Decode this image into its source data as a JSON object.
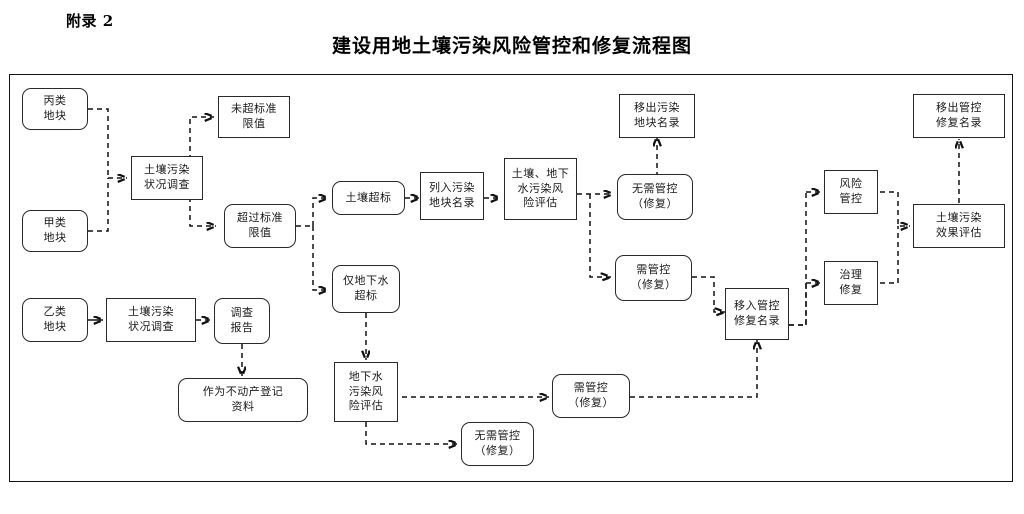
{
  "page": {
    "appendix_label": "附录 2",
    "title": "建设用地土壤污染风险管控和修复流程图"
  },
  "diagram": {
    "type": "flowchart",
    "line_style": "dashed",
    "arrow_color": "#111111",
    "box_border_color": "#2a2a2a",
    "nodes": [
      {
        "id": "bing_lei",
        "label": "丙类\n地块",
        "shape": "rounded"
      },
      {
        "id": "jia_lei",
        "label": "甲类\n地块",
        "shape": "rounded"
      },
      {
        "id": "survey_top",
        "label": "土壤污染\n状况调查",
        "shape": "rect"
      },
      {
        "id": "not_exceed",
        "label": "未超标准\n限值",
        "shape": "rect"
      },
      {
        "id": "exceed",
        "label": "超过标准\n限值",
        "shape": "rounded"
      },
      {
        "id": "soil_exceed",
        "label": "土壤超标",
        "shape": "rounded"
      },
      {
        "id": "listed",
        "label": "列入污染\n地块名录",
        "shape": "rect"
      },
      {
        "id": "risk_assess_sw",
        "label": "土壤、地下\n水污染风\n险评估",
        "shape": "rect"
      },
      {
        "id": "gw_only",
        "label": "仅地下水\n超标",
        "shape": "rounded"
      },
      {
        "id": "gw_assess",
        "label": "地下水\n污染风\n险评估",
        "shape": "rect"
      },
      {
        "id": "no_ctrl_top",
        "label": "无需管控\n（修复）",
        "shape": "rounded"
      },
      {
        "id": "need_ctrl_top",
        "label": "需管控\n（修复）",
        "shape": "rounded"
      },
      {
        "id": "no_ctrl_bottom",
        "label": "无需管控\n（修复）",
        "shape": "rounded"
      },
      {
        "id": "need_ctrl_bottom",
        "label": "需管控\n（修复）",
        "shape": "rounded"
      },
      {
        "id": "remove_list",
        "label": "移出污染\n地块名录",
        "shape": "rect"
      },
      {
        "id": "move_in_list",
        "label": "移入管控\n修复名录",
        "shape": "rect"
      },
      {
        "id": "risk_control",
        "label": "风险\n管控",
        "shape": "rect"
      },
      {
        "id": "remediation",
        "label": "治理\n修复",
        "shape": "rect"
      },
      {
        "id": "effect_assess",
        "label": "土壤污染\n效果评估",
        "shape": "rect"
      },
      {
        "id": "remove_ctrl_list",
        "label": "移出管控\n修复名录",
        "shape": "rect"
      },
      {
        "id": "yi_lei",
        "label": "乙类\n地块",
        "shape": "rounded"
      },
      {
        "id": "survey_bottom",
        "label": "土壤污染\n状况调查",
        "shape": "rect"
      },
      {
        "id": "survey_report",
        "label": "调查\n报告",
        "shape": "rounded"
      },
      {
        "id": "realestate_doc",
        "label": "作为不动产登记\n资料",
        "shape": "rounded"
      }
    ]
  }
}
